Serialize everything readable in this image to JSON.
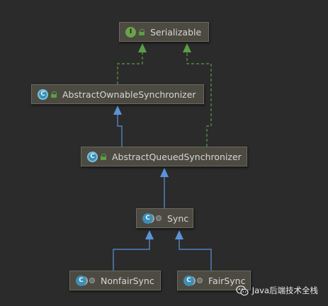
{
  "nodes": {
    "serializable": {
      "label": "Serializable",
      "kind": "interface",
      "kind_letter": "I",
      "visibility": "public"
    },
    "aos": {
      "label": "AbstractOwnableSynchronizer",
      "kind": "abstract-class",
      "kind_letter": "C",
      "visibility": "public"
    },
    "aqs": {
      "label": "AbstractQueuedSynchronizer",
      "kind": "abstract-class",
      "kind_letter": "C",
      "visibility": "public"
    },
    "sync": {
      "label": "Sync",
      "kind": "static-abstract-class",
      "kind_letter": "C",
      "visibility": "package-private"
    },
    "nonfair": {
      "label": "NonfairSync",
      "kind": "static-class",
      "kind_letter": "C",
      "visibility": "package-private"
    },
    "fair": {
      "label": "FairSync",
      "kind": "static-class",
      "kind_letter": "C",
      "visibility": "package-private"
    }
  },
  "edges": [
    {
      "from": "AbstractOwnableSynchronizer",
      "to": "Serializable",
      "type": "implements"
    },
    {
      "from": "AbstractQueuedSynchronizer",
      "to": "Serializable",
      "type": "implements"
    },
    {
      "from": "AbstractQueuedSynchronizer",
      "to": "AbstractOwnableSynchronizer",
      "type": "extends"
    },
    {
      "from": "Sync",
      "to": "AbstractQueuedSynchronizer",
      "type": "extends"
    },
    {
      "from": "NonfairSync",
      "to": "Sync",
      "type": "extends"
    },
    {
      "from": "FairSync",
      "to": "Sync",
      "type": "extends"
    }
  ],
  "watermark": {
    "text": "Java后端技术全栈",
    "icon": "wechat-icon"
  },
  "colors": {
    "background": "#2b2b2b",
    "node_fill": "#4c4a41",
    "implements_edge": "#5a9f45",
    "extends_edge": "#5b93d9"
  }
}
